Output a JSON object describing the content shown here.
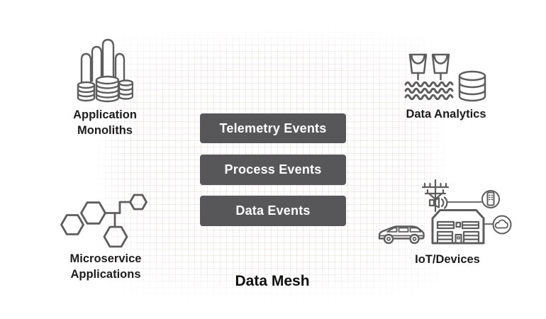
{
  "diagram": {
    "caption": "Data Mesh",
    "background_color": "#ffffff",
    "grid_line_color": "#d6cfc7"
  },
  "event_boxes": {
    "bg_color": "#57575a",
    "text_color": "#ffffff",
    "items": [
      {
        "label": "Telemetry Events"
      },
      {
        "label": "Process Events"
      },
      {
        "label": "Data Events"
      }
    ]
  },
  "nodes": {
    "application_monoliths": {
      "line1": "Application",
      "line2": "Monoliths",
      "icon": "application-monoliths-icon"
    },
    "data_analytics": {
      "line1": "Data Analytics",
      "icon": "data-analytics-icon"
    },
    "microservice_applications": {
      "line1": "Microservice",
      "line2": "Applications",
      "icon": "microservice-hexagons-icon"
    },
    "iot_devices": {
      "line1": "IoT/Devices",
      "icon": "iot-devices-icon"
    }
  },
  "colors": {
    "icon_stroke": "#5d5d5d",
    "label_text": "#1c1c1c",
    "caption_text": "#0f0f0f"
  }
}
